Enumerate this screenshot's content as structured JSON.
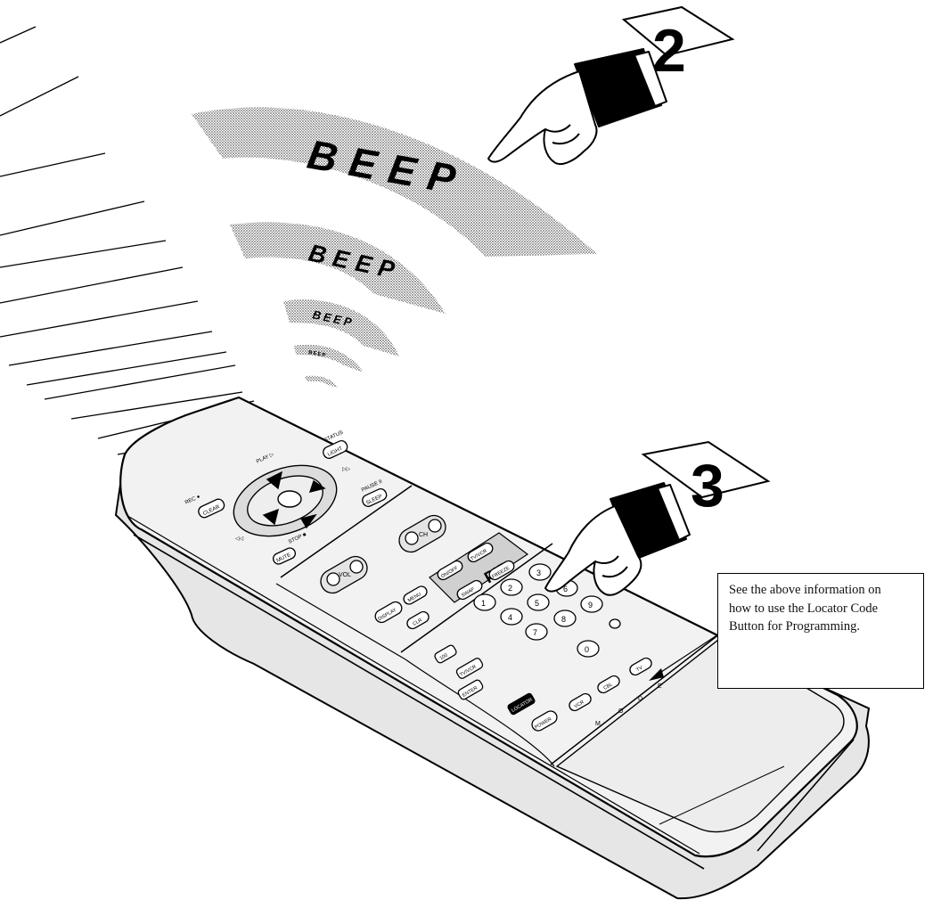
{
  "steps": {
    "step_2": "2",
    "step_3": "3"
  },
  "beeps": [
    "BEEP",
    "BEEP",
    "BEEP",
    "BEEP"
  ],
  "callout": {
    "lines": [
      "See the above information on",
      "how to use the Locator Code",
      "Button for Programming."
    ]
  },
  "remote": {
    "nav_labels": {
      "rec": "REC ●",
      "clear": "CLEAR",
      "play": "PLAY ▷",
      "status": "STATUS",
      "light": "LIGHT",
      "ff": "▷▷",
      "pause": "PAUSE II",
      "sleep": "SLEEP",
      "rew": "◁◁",
      "stop": "STOP ■",
      "mute": "MUTE"
    },
    "buttons": {
      "ch": "CH",
      "vol": "VOL",
      "on_off": "ON/OFF",
      "tv_vcr": "TV/VCR",
      "pip": "PIP",
      "swap": "SWAP",
      "freeze": "FREEZE",
      "menu": "MENU",
      "display": "DISPLAY",
      "clr": "CLR",
      "tv_vcr2": "TV/VCR",
      "enter": "ENTER",
      "100": "100",
      "locator": "LOCATOR",
      "power": "POWER",
      "vcr": "VCR",
      "cbl": "CBL",
      "tv": "TV"
    },
    "digits": [
      "1",
      "2",
      "3",
      "4",
      "5",
      "6",
      "7",
      "8",
      "9",
      "0"
    ],
    "mode_letters": [
      "M",
      "O",
      "D",
      "E"
    ]
  },
  "colors": {
    "ink": "#000000",
    "paper": "#ffffff",
    "beep_shade": "#c8c8c8",
    "remote_body": "#e9e9e9",
    "remote_panel": "#d4d4d4"
  }
}
